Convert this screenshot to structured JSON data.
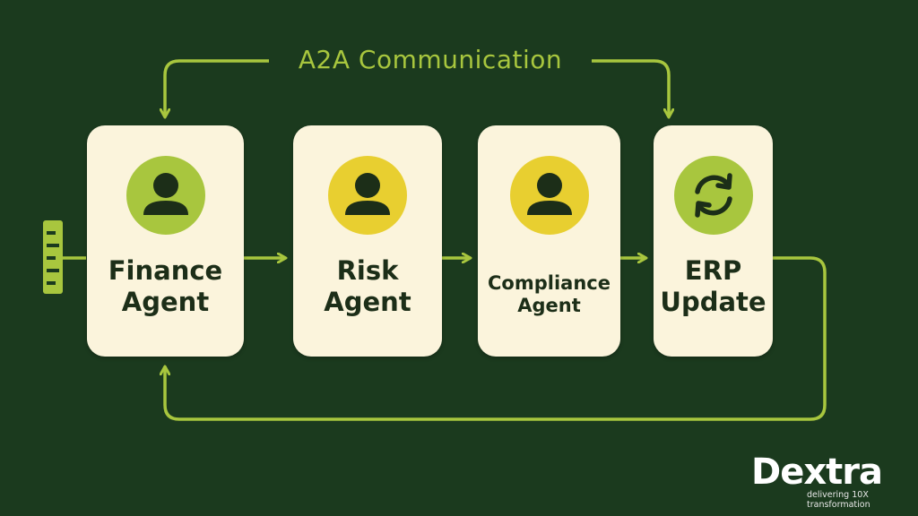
{
  "diagram": {
    "title": "A2A Communication",
    "nodes": [
      {
        "id": "finance",
        "line1": "Finance",
        "line2": "Agent",
        "icon": "person-icon",
        "icon_bg": "#a8c63e"
      },
      {
        "id": "risk",
        "line1": "Risk",
        "line2": "Agent",
        "icon": "person-icon",
        "icon_bg": "#e8cf30"
      },
      {
        "id": "compliance",
        "line1": "Compliance",
        "line2": "Agent",
        "icon": "person-icon",
        "icon_bg": "#e8cf30"
      },
      {
        "id": "erp",
        "line1": "ERP",
        "line2": "Update",
        "icon": "sync-icon",
        "icon_bg": "#a8c63e"
      }
    ],
    "edges": [
      {
        "from": "input",
        "to": "finance"
      },
      {
        "from": "finance",
        "to": "risk"
      },
      {
        "from": "risk",
        "to": "compliance"
      },
      {
        "from": "compliance",
        "to": "erp"
      },
      {
        "from": "erp",
        "to": "finance",
        "kind": "feedback-loop"
      },
      {
        "from": "finance",
        "to": "erp",
        "kind": "a2a-communication"
      }
    ]
  },
  "colors": {
    "background": "#1b3a1e",
    "accent": "#a8c63e",
    "card": "#fbf4dc",
    "text": "#1c2e18"
  },
  "brand": {
    "name": "Dextra",
    "tagline": "delivering 10X transformation"
  }
}
